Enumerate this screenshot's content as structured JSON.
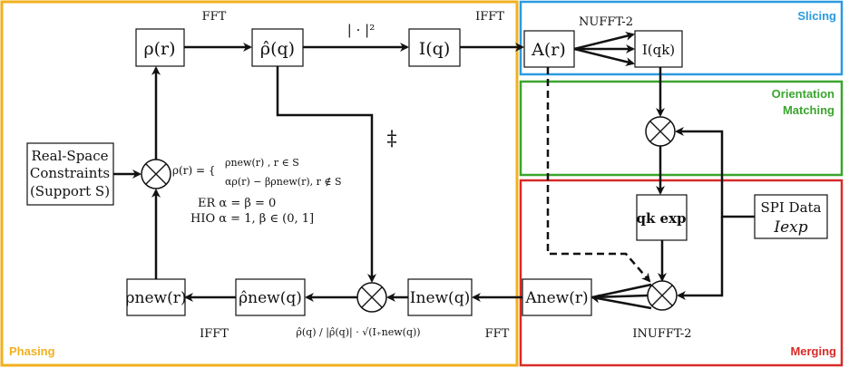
{
  "colors": {
    "phasing": "#F2B01E",
    "slicing": "#2A9BE0",
    "orientation": "#3AA52E",
    "merging": "#D72B28",
    "ink": "#111111"
  },
  "regions": {
    "phasing": "Phasing",
    "slicing": "Slicing",
    "orientation_line1": "Orientation",
    "orientation_line2": "Matching",
    "merging": "Merging"
  },
  "nodes": {
    "rho": "ρ(r)",
    "rho_hat": "ρ̂(q)",
    "intensity": "I(q)",
    "amplitude": "A(r)",
    "slice": "I(qk)",
    "q_exp": "qk exp",
    "spi_line1": "SPI Data",
    "spi_line2": "Iexp",
    "rho_new": "ρnew(r)",
    "rho_hat_new": "ρ̂new(q)",
    "i_new": "Inew(q)",
    "a_new": "Anew(r)",
    "constraints_line1": "Real-Space",
    "constraints_line2": "Constraints",
    "constraints_line3": "(Support S)",
    "multiply_symbol": "⊗"
  },
  "edges": {
    "fft_top": "FFT",
    "abs_sq": "| · |²",
    "ifft_top": "IFFT",
    "nufft2": "NUFFT-2",
    "inufft2": "INUFFT-2",
    "fft_bottom": "FFT",
    "ifft_bottom": "IFFT",
    "dagger": "‡"
  },
  "formulas": {
    "rho_def": "ρ(r) = {",
    "case1": "ρnew(r)            , r ∈ S",
    "case2": "αρ(r) − βρnew(r), r ∉ S",
    "er": "ER  α = β = 0",
    "hio": "HIO  α = 1, β ∈ (0, 1]",
    "projection": "ρ̂(q) / |ρ̂(q)| · √(I₊new(q))"
  }
}
